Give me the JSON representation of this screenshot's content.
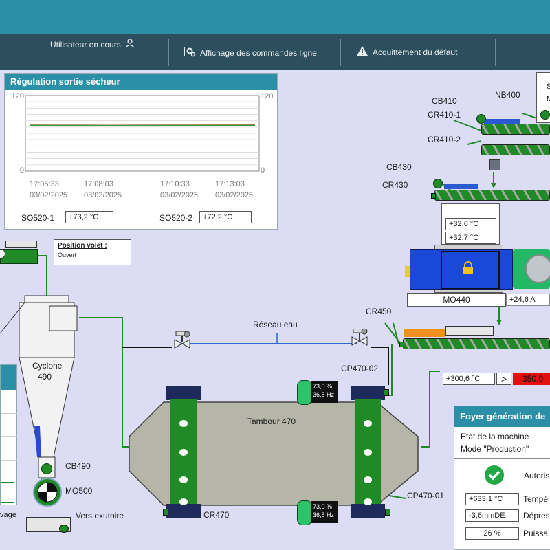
{
  "header": {
    "user_label": "Utilisateur en cours",
    "commands_label": "Affichage des commandes ligne",
    "ack_label": "Acquittement du défaut"
  },
  "trend": {
    "title": "Régulation sortie sécheur",
    "y_max_left": "120",
    "y_min_left": "0",
    "y_max_right": "120",
    "y_min_right": "0",
    "times": [
      {
        "time": "17:05:33",
        "date": "03/02/2025"
      },
      {
        "time": "17:08:03",
        "date": "03/02/2025"
      },
      {
        "time": "17:10:33",
        "date": "03/02/2025"
      },
      {
        "time": "17:13:03",
        "date": "03/02/2025"
      }
    ],
    "so520_1_label": "SO520-1",
    "so520_1_value": "+73,2 °C",
    "so520_2_label": "SO520-2",
    "so520_2_value": "+72,2 °C"
  },
  "chart_data": {
    "type": "line",
    "title": "Régulation sortie sécheur",
    "ylim": [
      0,
      120
    ],
    "x": [
      "17:05:33",
      "17:08:03",
      "17:10:33",
      "17:13:03"
    ],
    "series": [
      {
        "name": "SO520-1",
        "values": [
          73,
          72.8,
          73,
          73.2
        ],
        "color": "#d43a2a"
      },
      {
        "name": "SO520-2",
        "values": [
          72.5,
          72,
          72,
          72.2
        ],
        "color": "#c8b84a"
      },
      {
        "name": "",
        "values": [
          72.8,
          72.5,
          72.6,
          72.8
        ],
        "color": "#3a9a3a"
      }
    ]
  },
  "position_volet": {
    "title": "Position volet :",
    "value": "Ouvert"
  },
  "process": {
    "cyclone_label": "Cyclone",
    "cyclone_number": "490",
    "cb490": "CB490",
    "mo500": "MO500",
    "vers_exutoire": "Vers exutoire",
    "vage_partial": "vage",
    "reseau_eau": "Réseau eau",
    "tambour": "Tambour 470",
    "cr470": "CR470",
    "cp470_02": "CP470-02",
    "cp470_01": "CP470-01",
    "vfd_top_pct": "73,0 %",
    "vfd_top_hz": "36,5 Hz",
    "vfd_bot_pct": "73,0 %",
    "vfd_bot_hz": "36,5 Hz",
    "cb410": "CB410",
    "cr410_1": "CR410-1",
    "cr410_2": "CR410-2",
    "nb400": "NB400",
    "cb430": "CB430",
    "cr430": "CR430",
    "temp_1": "+32,6 °C",
    "temp_2": "+32,7 °C",
    "mo440": "MO440",
    "mo440_current": "+24,6 A",
    "cr450": "CR450",
    "temp_foyer": "+300,6 °C",
    "compare_symbol": ">",
    "setpoint": "350,0",
    "partial_box_s": "S",
    "partial_box_m": "M"
  },
  "foyer": {
    "title": "Foyer génération de",
    "state_line": "Etat de la machine",
    "mode_line": "Mode \"Production\"",
    "autoris_label": "Autoris",
    "temp_value": "+633,1 °C",
    "temp_label": "Tempé",
    "depress_value": "-3,6mmDE",
    "depress_label": "Dépres",
    "puiss_value": "26 %",
    "puiss_label": "Puissa"
  },
  "colors": {
    "header_teal": "#2b8fa8",
    "cmd_bar": "#2d4e5c",
    "background": "#dcdcf5",
    "equipment_green": "#1f8a26",
    "alarm_red": "#e01010"
  }
}
